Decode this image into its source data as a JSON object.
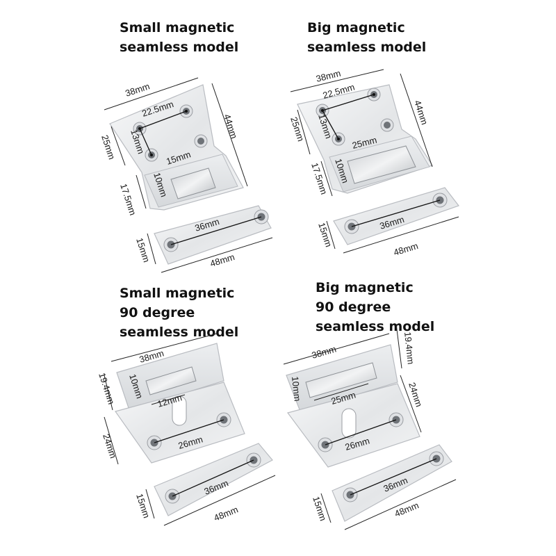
{
  "titles": {
    "top_left": [
      "Small magnetic",
      "seamless model"
    ],
    "top_right": [
      "Big magnetic",
      "seamless model"
    ],
    "bottom_left": [
      "Small magnetic",
      "90 degree",
      "seamless model"
    ],
    "bottom_right": [
      "Big magnetic",
      "90 degree",
      "seamless model"
    ]
  },
  "small_seamless": {
    "width": "38mm",
    "height": "44mm",
    "hole_span": "22.5mm",
    "hole_gap": "13mm",
    "magnet_width": "15mm",
    "magnet_height": "10mm",
    "upper_height": "25mm",
    "lower_height": "17.5mm",
    "strike_span": "36mm",
    "strike_width": "48mm",
    "strike_height": "15mm"
  },
  "big_seamless": {
    "width": "38mm",
    "height": "44mm",
    "hole_span": "22.5mm",
    "hole_gap": "13mm",
    "magnet_width": "25mm",
    "magnet_height": "10mm",
    "upper_height": "25mm",
    "lower_height": "17.5mm",
    "strike_span": "36mm",
    "strike_width": "48mm",
    "strike_height": "15mm"
  },
  "small_90": {
    "width": "38mm",
    "flange_height": "19.4mm",
    "magnet_height": "10mm",
    "magnet_width": "12mm",
    "hole_span": "26mm",
    "base_height": "24mm",
    "strike_span": "36mm",
    "strike_width": "48mm",
    "strike_height": "15mm"
  },
  "big_90": {
    "width": "38mm",
    "flange_height": "19.4mm",
    "magnet_height": "10mm",
    "magnet_width": "25mm",
    "hole_span": "26mm",
    "base_height": "24mm",
    "strike_span": "36mm",
    "strike_width": "48mm",
    "strike_height": "15mm"
  }
}
